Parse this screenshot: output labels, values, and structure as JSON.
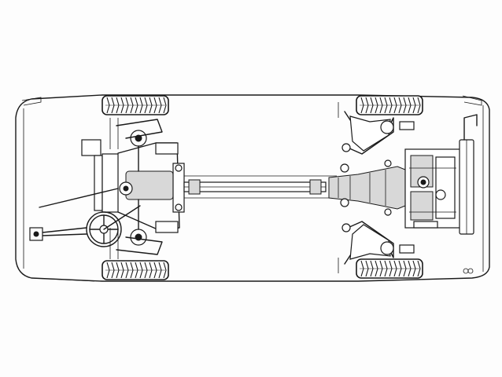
{
  "figure": {
    "subject": "car-chassis-underside-technical-drawing",
    "background_color": "#fdfdfd",
    "line_color": "#1a1a1a"
  },
  "components": {
    "wheels": [
      "front-left",
      "front-right",
      "rear-left",
      "rear-right"
    ],
    "parts": [
      "car-body-outline",
      "front-axle-assembly",
      "steering-wheel",
      "propeller-shaft",
      "gearbox",
      "rear-suspension",
      "exhaust-muffler",
      "engine-block"
    ]
  }
}
